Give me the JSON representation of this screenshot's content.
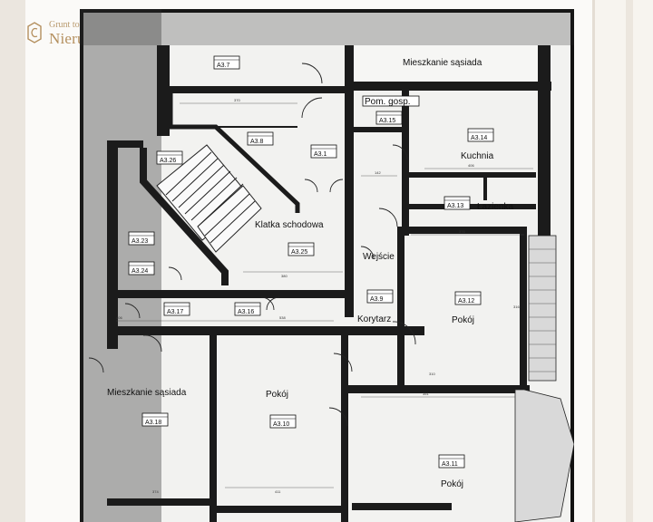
{
  "logo": {
    "line1": "Grunt to",
    "line2": "Nieruchomości",
    "accent": "#b48f5e"
  },
  "plan": {
    "rooms": [
      {
        "key": "a37",
        "id": "A3.7"
      },
      {
        "key": "a38",
        "id": "A3.8"
      },
      {
        "key": "a31",
        "id": "A3.1"
      },
      {
        "key": "a326",
        "id": "A3.26"
      },
      {
        "key": "a315",
        "id": "A3.15"
      },
      {
        "key": "a314",
        "id": "A3.14"
      },
      {
        "key": "a313",
        "id": "A3.13"
      },
      {
        "key": "a323",
        "id": "A3.23"
      },
      {
        "key": "a324",
        "id": "A3.24"
      },
      {
        "key": "a325",
        "id": "A3.25"
      },
      {
        "key": "a317",
        "id": "A3.17"
      },
      {
        "key": "a316",
        "id": "A3.16"
      },
      {
        "key": "a39",
        "id": "A3.9"
      },
      {
        "key": "a312",
        "id": "A3.12"
      },
      {
        "key": "a318",
        "id": "A3.18"
      },
      {
        "key": "a310",
        "id": "A3.10"
      },
      {
        "key": "a311",
        "id": "A3.11"
      }
    ],
    "labels": {
      "mieszkanie_top": "Mieszkanie sąsiada",
      "pom_gosp": "Pom. gosp.",
      "kuchnia": "Kuchnia",
      "lazienka": "Łazienka",
      "klatka": "Klatka schodowa",
      "wejscie": "Wejście",
      "korytarz": "Korytarz",
      "pokoj_right": "Pokój",
      "mieszkanie_left": "Mieszkanie sąsiada",
      "pokoj_mid": "Pokój",
      "pokoj_bottom": "Pokój"
    },
    "dimensions": [
      "370",
      "380",
      "142",
      "406",
      "376",
      "406",
      "538",
      "316",
      "411",
      "374",
      "351",
      "310"
    ]
  }
}
